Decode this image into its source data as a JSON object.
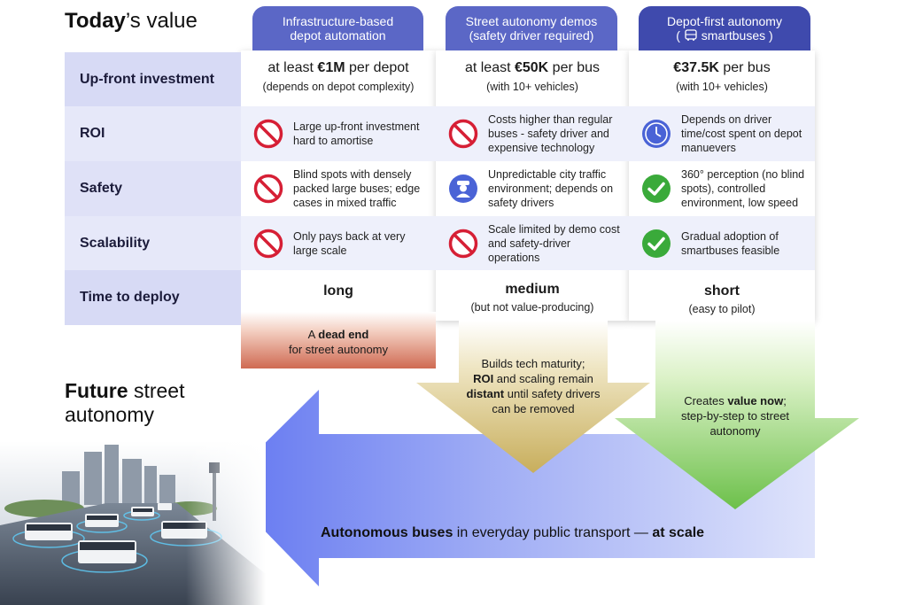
{
  "title": {
    "bold": "Today",
    "rest": "’s value"
  },
  "columns": [
    {
      "header": "Infrastructure-based depot automation",
      "header_lines": [
        "Infrastructure-based",
        "depot automation"
      ],
      "color": "#5b67c6"
    },
    {
      "header": "Street autonomy demos (safety driver required)",
      "header_lines": [
        "Street autonomy demos",
        "(safety driver required)"
      ],
      "color": "#5b67c6"
    },
    {
      "header": "Depot-first autonomy (smartbuses)",
      "header_lines": [
        "Depot-first autonomy",
        "( ",
        " smartbuses )"
      ],
      "color": "#3f4aad"
    }
  ],
  "rows": {
    "investment": {
      "label": "Up-front investment",
      "cells": [
        {
          "pre": "at least ",
          "bold": "€1M",
          "post": " per depot",
          "sub": "(depends on depot complexity)"
        },
        {
          "pre": "at least ",
          "bold": "€50K",
          "post": " per bus",
          "sub": "(with 10+ vehicles)"
        },
        {
          "pre": "",
          "bold": "€37.5K",
          "post": " per bus",
          "sub": "(with 10+ vehicles)"
        }
      ]
    },
    "roi": {
      "label": "ROI",
      "cells": [
        {
          "icon": "no-entry-icon",
          "text": "Large up-front investment hard to amortise"
        },
        {
          "icon": "no-entry-icon",
          "text": "Costs higher than regular buses - safety driver and expensive technology"
        },
        {
          "icon": "clock-icon",
          "text": "Depends on driver time/cost spent on depot manuevers"
        }
      ]
    },
    "safety": {
      "label": "Safety",
      "cells": [
        {
          "icon": "no-entry-icon",
          "text": "Blind spots with densely packed large buses; edge cases in mixed traffic"
        },
        {
          "icon": "safety-driver-icon",
          "text": "Unpredictable city traffic environment; depends on safety drivers"
        },
        {
          "icon": "checkmark-icon",
          "text": "360° perception (no blind spots), controlled environment, low speed"
        }
      ]
    },
    "scalability": {
      "label": "Scalability",
      "cells": [
        {
          "icon": "no-entry-icon",
          "text": "Only pays back at very large scale"
        },
        {
          "icon": "no-entry-icon",
          "text": "Scale limited by demo cost and safety-driver operations"
        },
        {
          "icon": "checkmark-icon",
          "text": "Gradual adoption of smartbuses feasible"
        }
      ]
    },
    "deploy": {
      "label": "Time to deploy",
      "cells": [
        {
          "value": "long",
          "sub": ""
        },
        {
          "value": "medium",
          "sub": "(but not value-producing)"
        },
        {
          "value": "short",
          "sub": "(easy to pilot)"
        }
      ]
    }
  },
  "outcomes": {
    "dead_end": {
      "pre": "A ",
      "bold": "dead end",
      "line2": "for street autonomy"
    },
    "demos": {
      "line1": "Builds tech maturity;",
      "bold1": "ROI",
      "line2": " and scaling remain",
      "bold2": "distant",
      "line3": " until safety drivers",
      "line4": "can be removed"
    },
    "depot_first": {
      "pre": "Creates ",
      "bold": "value now",
      "post": ";",
      "line2": "step-by-step to street",
      "line3": "autonomy"
    }
  },
  "future": {
    "bold": "Future",
    "rest": " street",
    "line2": "autonomy"
  },
  "bottom": {
    "bold1": "Autonomous buses",
    "mid": " in everyday public transport — ",
    "bold2": "at scale"
  },
  "colors": {
    "row_label_bg": "#dfe1f7",
    "row_alt_bg": "#eef0fb",
    "no_entry": "#d61f35",
    "check": "#3aaa3a",
    "clock": "#4a63d6",
    "header_dark": "#3f4aad",
    "header_light": "#5b67c6"
  }
}
